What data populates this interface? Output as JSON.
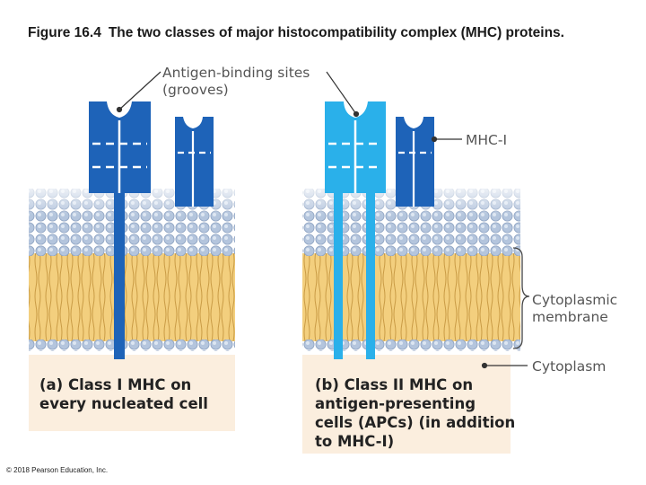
{
  "figure": {
    "number": "Figure 16.4",
    "caption": "The two classes of major histocompatibility complex (MHC) proteins."
  },
  "labels": {
    "binding_sites_line1": "Antigen-binding sites",
    "binding_sites_line2": "(grooves)",
    "mhc1": "MHC-I",
    "membrane_line1": "Cytoplasmic",
    "membrane_line2": "membrane",
    "cytoplasm": "Cytoplasm"
  },
  "panel_a": {
    "caption_lines": [
      "(a) Class I MHC on",
      "every nucleated cell"
    ]
  },
  "panel_b": {
    "caption_lines": [
      "(b) Class II MHC on",
      "antigen-presenting",
      "cells (APCs) (in addition",
      "to MHC-I)"
    ]
  },
  "colors": {
    "mhc_class1": "#1e63b8",
    "mhc_class2": "#2ab0ea",
    "head_groups": "#a9bcd6",
    "lipid_tails": "#f2cc78",
    "cytoplasm_bg": "#fbeede"
  },
  "copyright": "© 2018 Pearson Education, Inc."
}
